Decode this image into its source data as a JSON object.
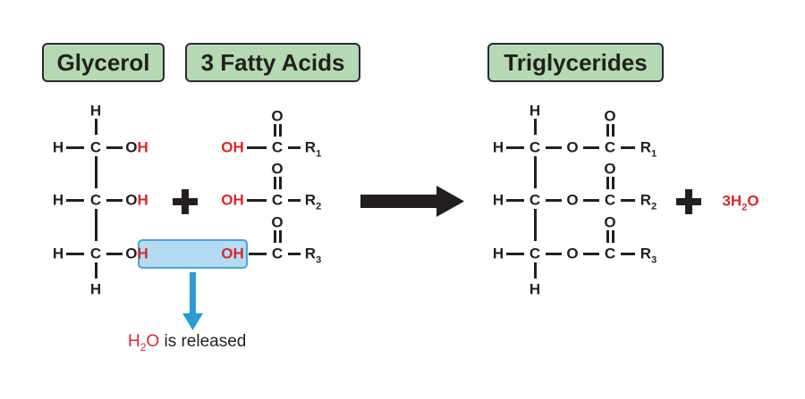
{
  "labels": {
    "glycerol": "Glycerol",
    "fatty_acids": "3 Fatty Acids",
    "triglycerides": "Triglycerides"
  },
  "atoms": {
    "H": "H",
    "C": "C",
    "O": "O",
    "OH": "OH",
    "OH_O": "O",
    "OH_H": "H",
    "R": "R",
    "sub1": "1",
    "sub2": "2",
    "sub3": "3"
  },
  "product_water": {
    "coef": "3H",
    "sub": "2",
    "tail": "O"
  },
  "released_note": {
    "h": "H",
    "sub": "2",
    "o": "O",
    "text": " is released"
  },
  "colors": {
    "label_fill": "#b5d9b3",
    "highlight_fill": "#b3dcf3",
    "highlight_border": "#4aa3d8",
    "arrow_blue": "#2a9bd6",
    "red": "#d6282b",
    "ink": "#231f20"
  }
}
